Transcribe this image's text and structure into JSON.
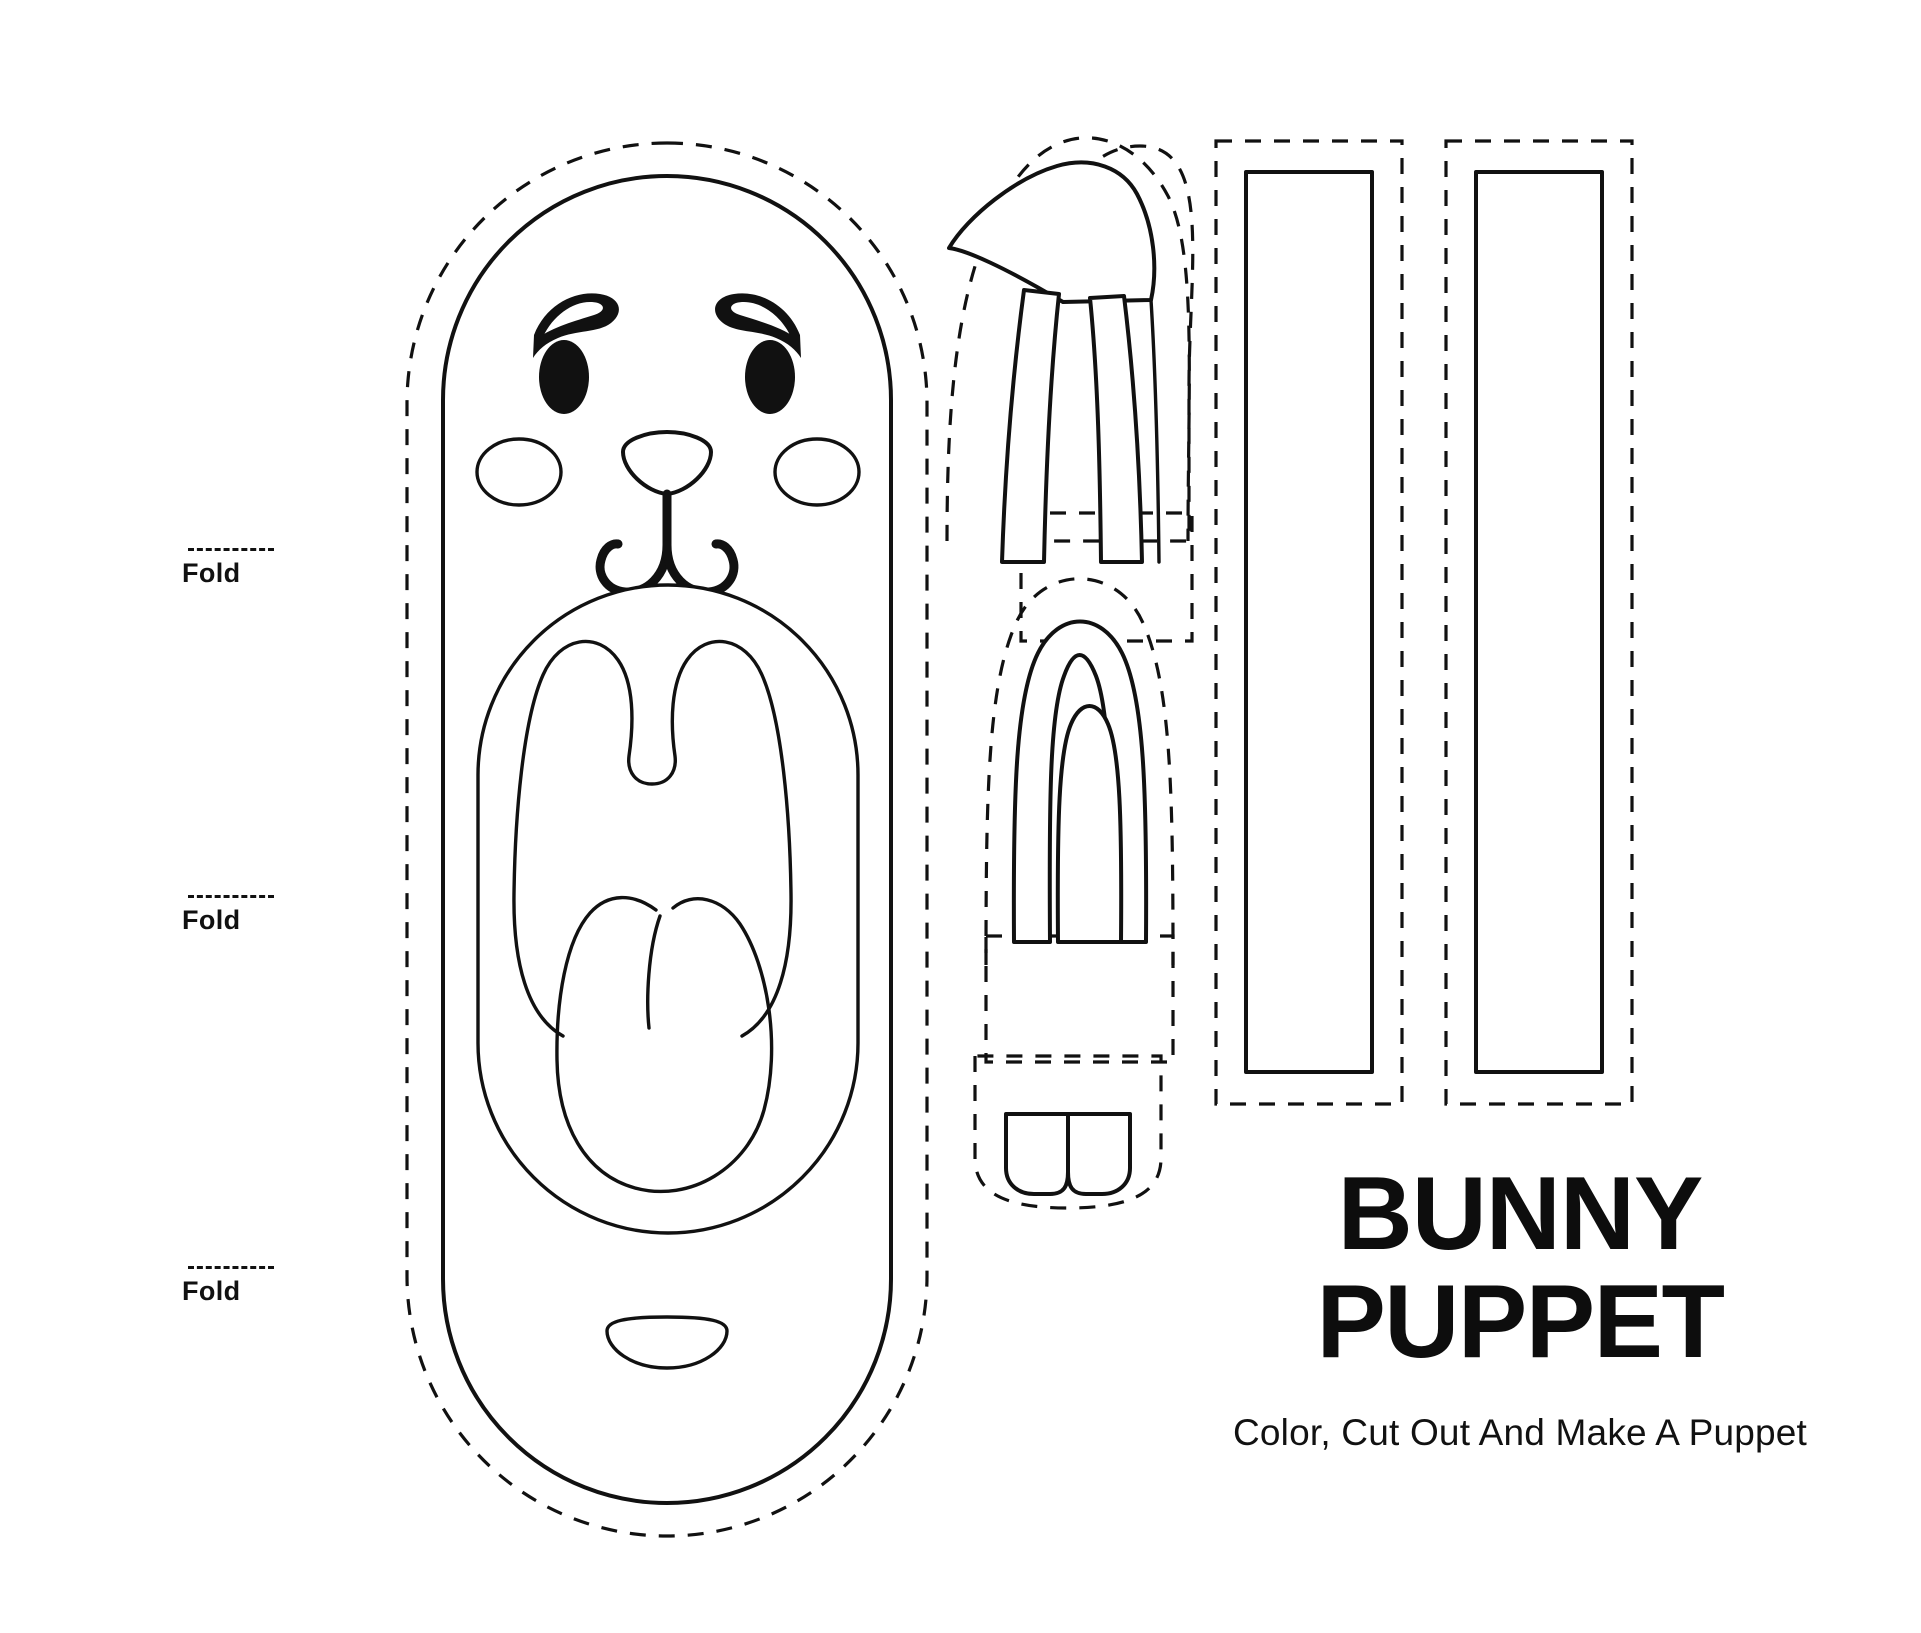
{
  "document": {
    "kind": "printable-craft-template",
    "background_color": "#ffffff",
    "ink_color": "#111111"
  },
  "title": {
    "line1": "BUNNY",
    "line2": "PUPPET",
    "subtitle": "Color, Cut Out And Make A Puppet"
  },
  "fold_markers": [
    {
      "label": "Fold"
    },
    {
      "label": "Fold"
    },
    {
      "label": "Fold"
    }
  ],
  "pieces": {
    "body": {
      "name": "Bunny face and mouth body panel",
      "features": [
        "eyebrow-left",
        "eyebrow-right",
        "eye-left",
        "eye-right",
        "cheek-left",
        "cheek-right",
        "nose",
        "mouth-w-curve",
        "open-mouth-panel",
        "inner-bunny-silhouette",
        "tongue",
        "bottom-lip"
      ]
    },
    "ear_folded": {
      "name": "Folded ear piece with tab"
    },
    "ear_upright": {
      "name": "Upright ear piece with tab"
    },
    "teeth": {
      "name": "Two front teeth piece"
    },
    "strip_left": {
      "name": "Paper strip / arm band left"
    },
    "strip_right": {
      "name": "Paper strip / arm band right"
    }
  }
}
